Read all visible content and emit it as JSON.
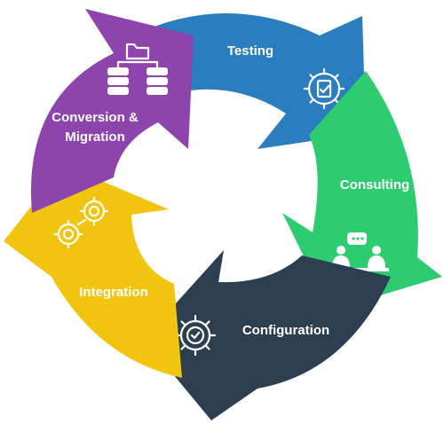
{
  "diagram": {
    "stages": [
      {
        "id": "testing",
        "label": "Testing",
        "color": "#2A7DBF",
        "icon": "gear-clipboard-icon"
      },
      {
        "id": "consulting",
        "label": "Consulting",
        "color": "#2ECC71",
        "icon": "consulting-people-icon"
      },
      {
        "id": "configuration",
        "label": "Configuration",
        "color": "#2C3E50",
        "icon": "gear-check-icon"
      },
      {
        "id": "integration",
        "label": "Integration",
        "color": "#F1C40F",
        "icon": "gears-icon"
      },
      {
        "id": "conversion",
        "label_line1": "Conversion &",
        "label_line2": "Migration",
        "color": "#8E44AD",
        "icon": "database-folder-icon"
      }
    ]
  }
}
